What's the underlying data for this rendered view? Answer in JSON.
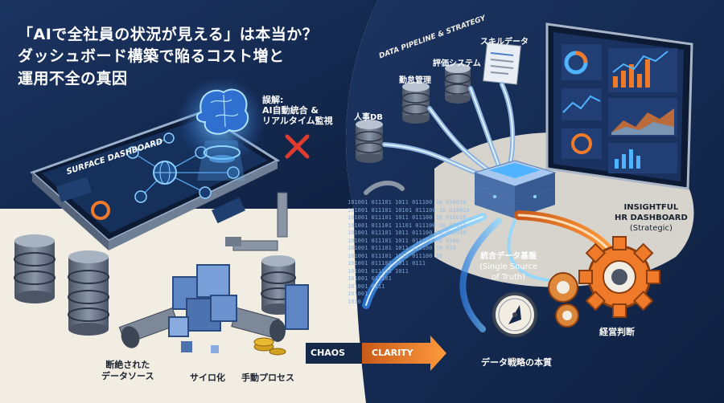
{
  "title": {
    "line1": "「AIで全社員の状況が見える」は本当か？",
    "line2": "ダッシュボード構築で陥るコスト増と",
    "line3": "運用不全の真因"
  },
  "left": {
    "surface_dashboard": "SURFACE DASHBOARD",
    "misconception": {
      "line1": "誤解:",
      "line2": "AI自動統合 &",
      "line3": "リアルタイム監視"
    },
    "broken_sources": {
      "line1": "断絶された",
      "line2": "データソース"
    },
    "silo": "サイロ化",
    "manual": "手動プロセス"
  },
  "flow": {
    "chaos": "CHAOS",
    "clarity": "CLARITY"
  },
  "right": {
    "pipeline": "DATA PIPELINE & STRATEGY",
    "sources": {
      "skill": "スキルデータ",
      "eval": "評価システム",
      "attendance": "勤怠管理",
      "hr": "人事DB"
    },
    "insight": {
      "line1": "INSIGHTFUL",
      "line2": "HR DASHBOARD",
      "line3": "(Strategic)"
    },
    "platform": {
      "line1": "統合データ基盤",
      "line2": "(Single Source",
      "line3": "of Truth)"
    },
    "decision": "経営判断",
    "essence": "データ戦略の本質",
    "binary": [
      "101001 011101 1011 011100 10 010010",
      "101001 011101 10101 011100 10 010010",
      "101001 011101 1011 011100 10 010010",
      "101001 011101 11101 011100 10 01010",
      "101001 011101 1011 011100 10 010010",
      "101001 011101 1011 011100 10 0100",
      "101001 011101 1011 011100 10 010",
      "101001 011101 1011 011100 10",
      "101001 011101 1011 0111",
      "101001 011101 1011",
      "101001 011101",
      "101001 0111",
      "101001",
      "1010"
    ]
  },
  "colors": {
    "navy": "#14284a",
    "cream": "#f2ede3",
    "accent_orange": "#ef7a2a",
    "glow_blue": "#4fb3ff",
    "error_red": "#e03b2f"
  }
}
